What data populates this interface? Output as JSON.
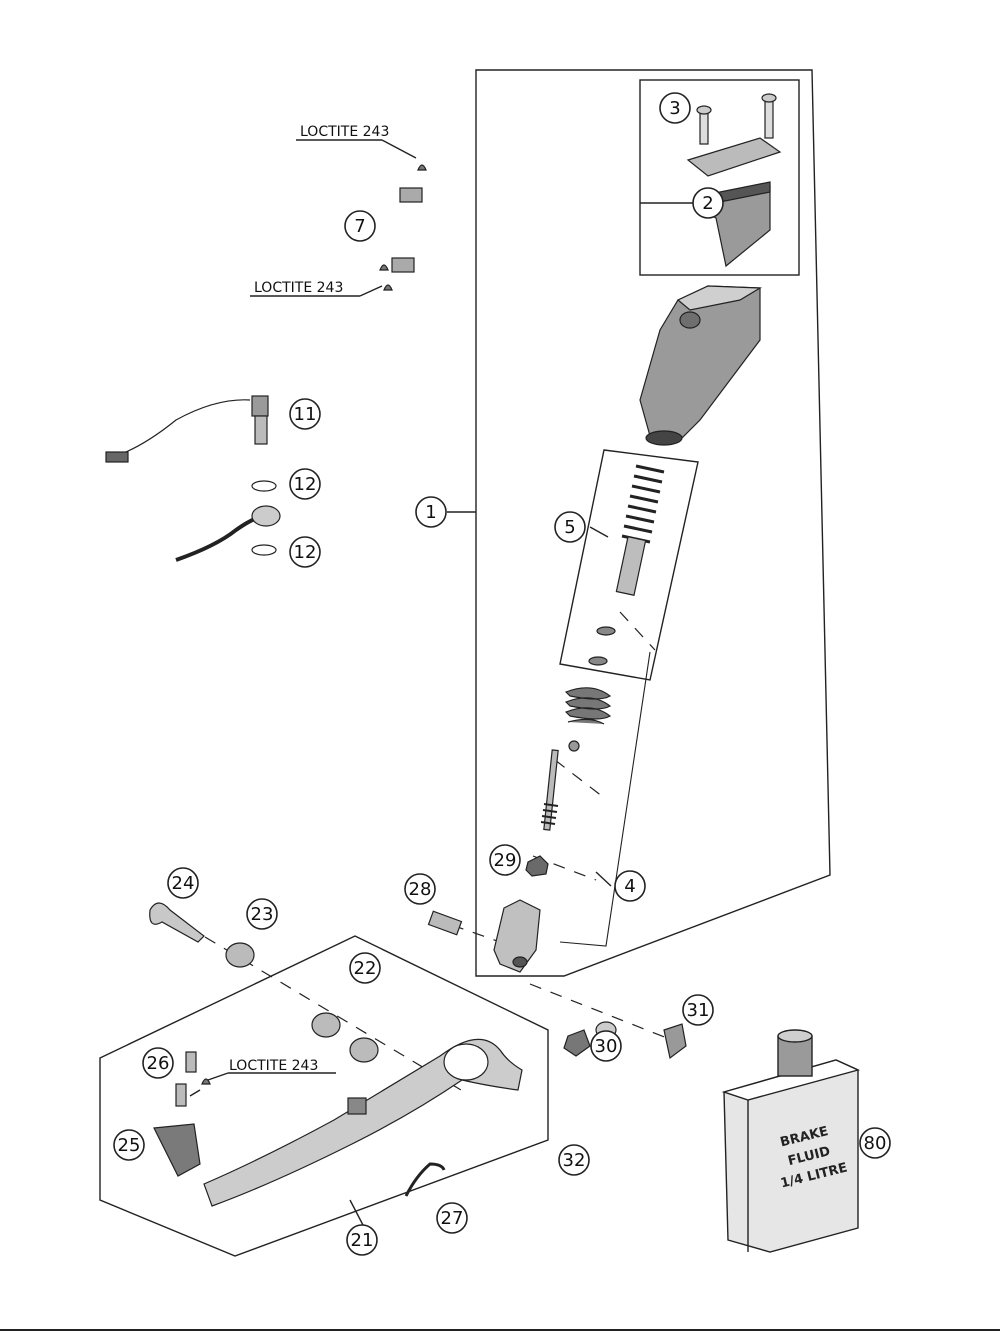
{
  "callouts": [
    "1",
    "2",
    "3",
    "4",
    "5",
    "7",
    "11",
    "12",
    "12",
    "21",
    "22",
    "23",
    "24",
    "25",
    "26",
    "27",
    "28",
    "29",
    "30",
    "31",
    "32",
    "80"
  ],
  "loctite": [
    "LOCTITE 243",
    "LOCTITE 243",
    "LOCTITE 243"
  ],
  "fluid_jug": {
    "line1": "BRAKE",
    "line2": "FLUID",
    "line3": "1/4 LITRE"
  }
}
